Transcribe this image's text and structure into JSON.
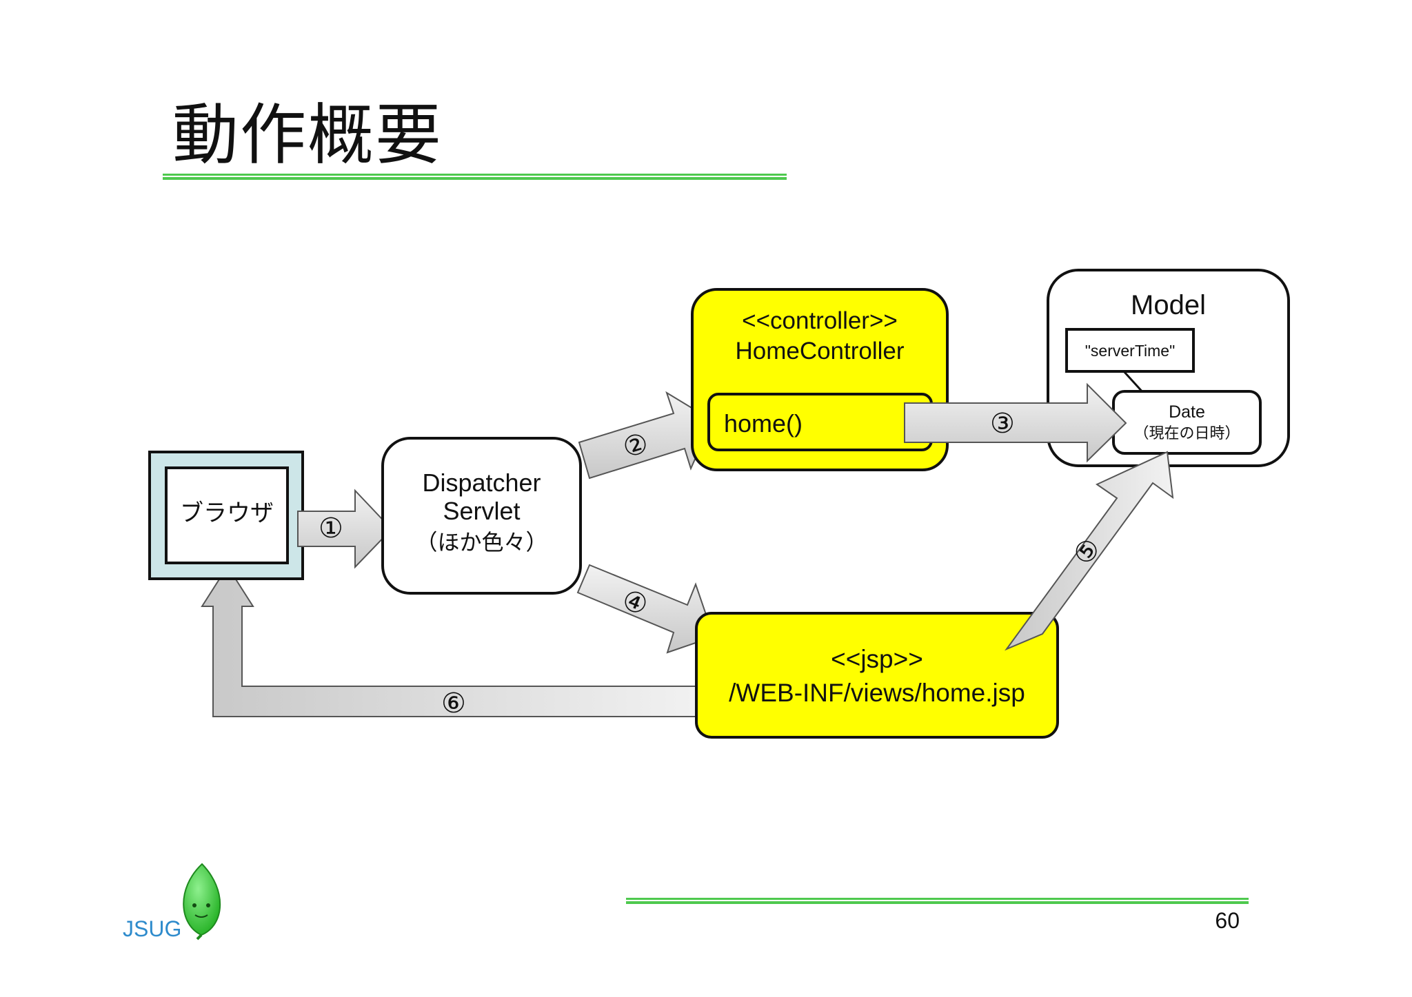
{
  "slide": {
    "title": "動作概要",
    "page_number": "60",
    "logo_text": "JSUG"
  },
  "colors": {
    "accent_line": "#4ec94e",
    "highlight": "#ffff00",
    "browser_frame": "#cde6e8",
    "arrow_fill": "#dcdcdc",
    "leaf": "#3fcf3f"
  },
  "nodes": {
    "browser": {
      "label": "ブラウザ"
    },
    "dispatcher": {
      "lines": [
        "Dispatcher",
        "Servlet",
        "（ほか色々）"
      ]
    },
    "controller": {
      "lines": [
        "<<controller>>",
        "HomeController"
      ]
    },
    "home_method": {
      "label": "home()"
    },
    "model": {
      "title": "Model",
      "key_label": "\"serverTime\"",
      "value_lines": [
        "Date",
        "（現在の日時）"
      ]
    },
    "jsp": {
      "lines": [
        "<<jsp>>",
        "/WEB-INF/views/home.jsp"
      ]
    }
  },
  "steps": [
    "①",
    "②",
    "③",
    "④",
    "⑤",
    "⑥"
  ]
}
